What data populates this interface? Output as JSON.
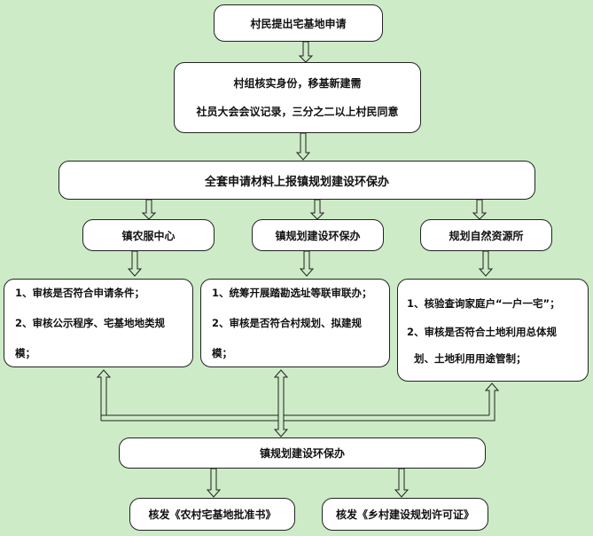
{
  "steps": {
    "apply": "村民提出宅基地申请",
    "verify": [
      "村组核实身份，移基新建需",
      "社员大会会议记录，三分之二以上村民同意"
    ],
    "submit": "全套申请材料上报镇规划建设环保办"
  },
  "departments": {
    "service": "镇农服中心",
    "planning": "镇规划建设环保办",
    "resources": "规划自然资源所"
  },
  "reviews": {
    "service": [
      "1、审核是否符合申请条件；",
      "2、审核公示程序、宅基地地类规模；"
    ],
    "planning": [
      "1、统筹开展踏勘选址等联审联办；",
      "2、审核是否符合村规划、拟建规模；"
    ],
    "resources": [
      "1、核验查询家庭户“一户一宅”；",
      "2、审核是否符合土地利用总体规",
      "划、土地利用用途管制；"
    ]
  },
  "final": {
    "office": "镇规划建设环保办",
    "issue_approval": "核发《农村宅基地批准书》",
    "issue_permit": "核发《乡村建设规划许可证》"
  }
}
